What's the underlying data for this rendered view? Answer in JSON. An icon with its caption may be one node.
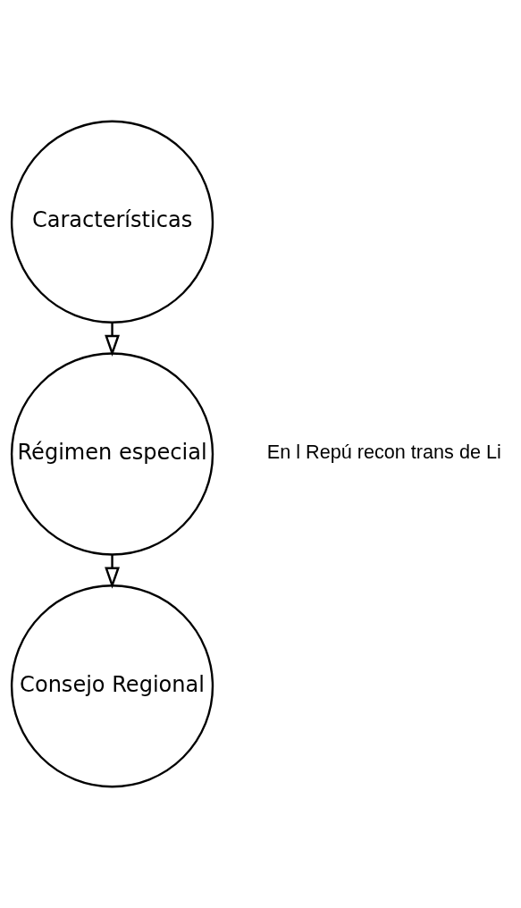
{
  "diagram": {
    "nodes": [
      {
        "text": [
          "Características"
        ]
      },
      {
        "text": [
          "Régimen especial"
        ]
      },
      {
        "text": [
          "Consejo Regional"
        ]
      }
    ],
    "edges": [
      {
        "from": 0,
        "to": 1,
        "arrow": "to"
      },
      {
        "from": 1,
        "to": 2,
        "arrow": "to"
      }
    ],
    "labels": [
      "En l Repú recon trans de Li"
    ]
  }
}
